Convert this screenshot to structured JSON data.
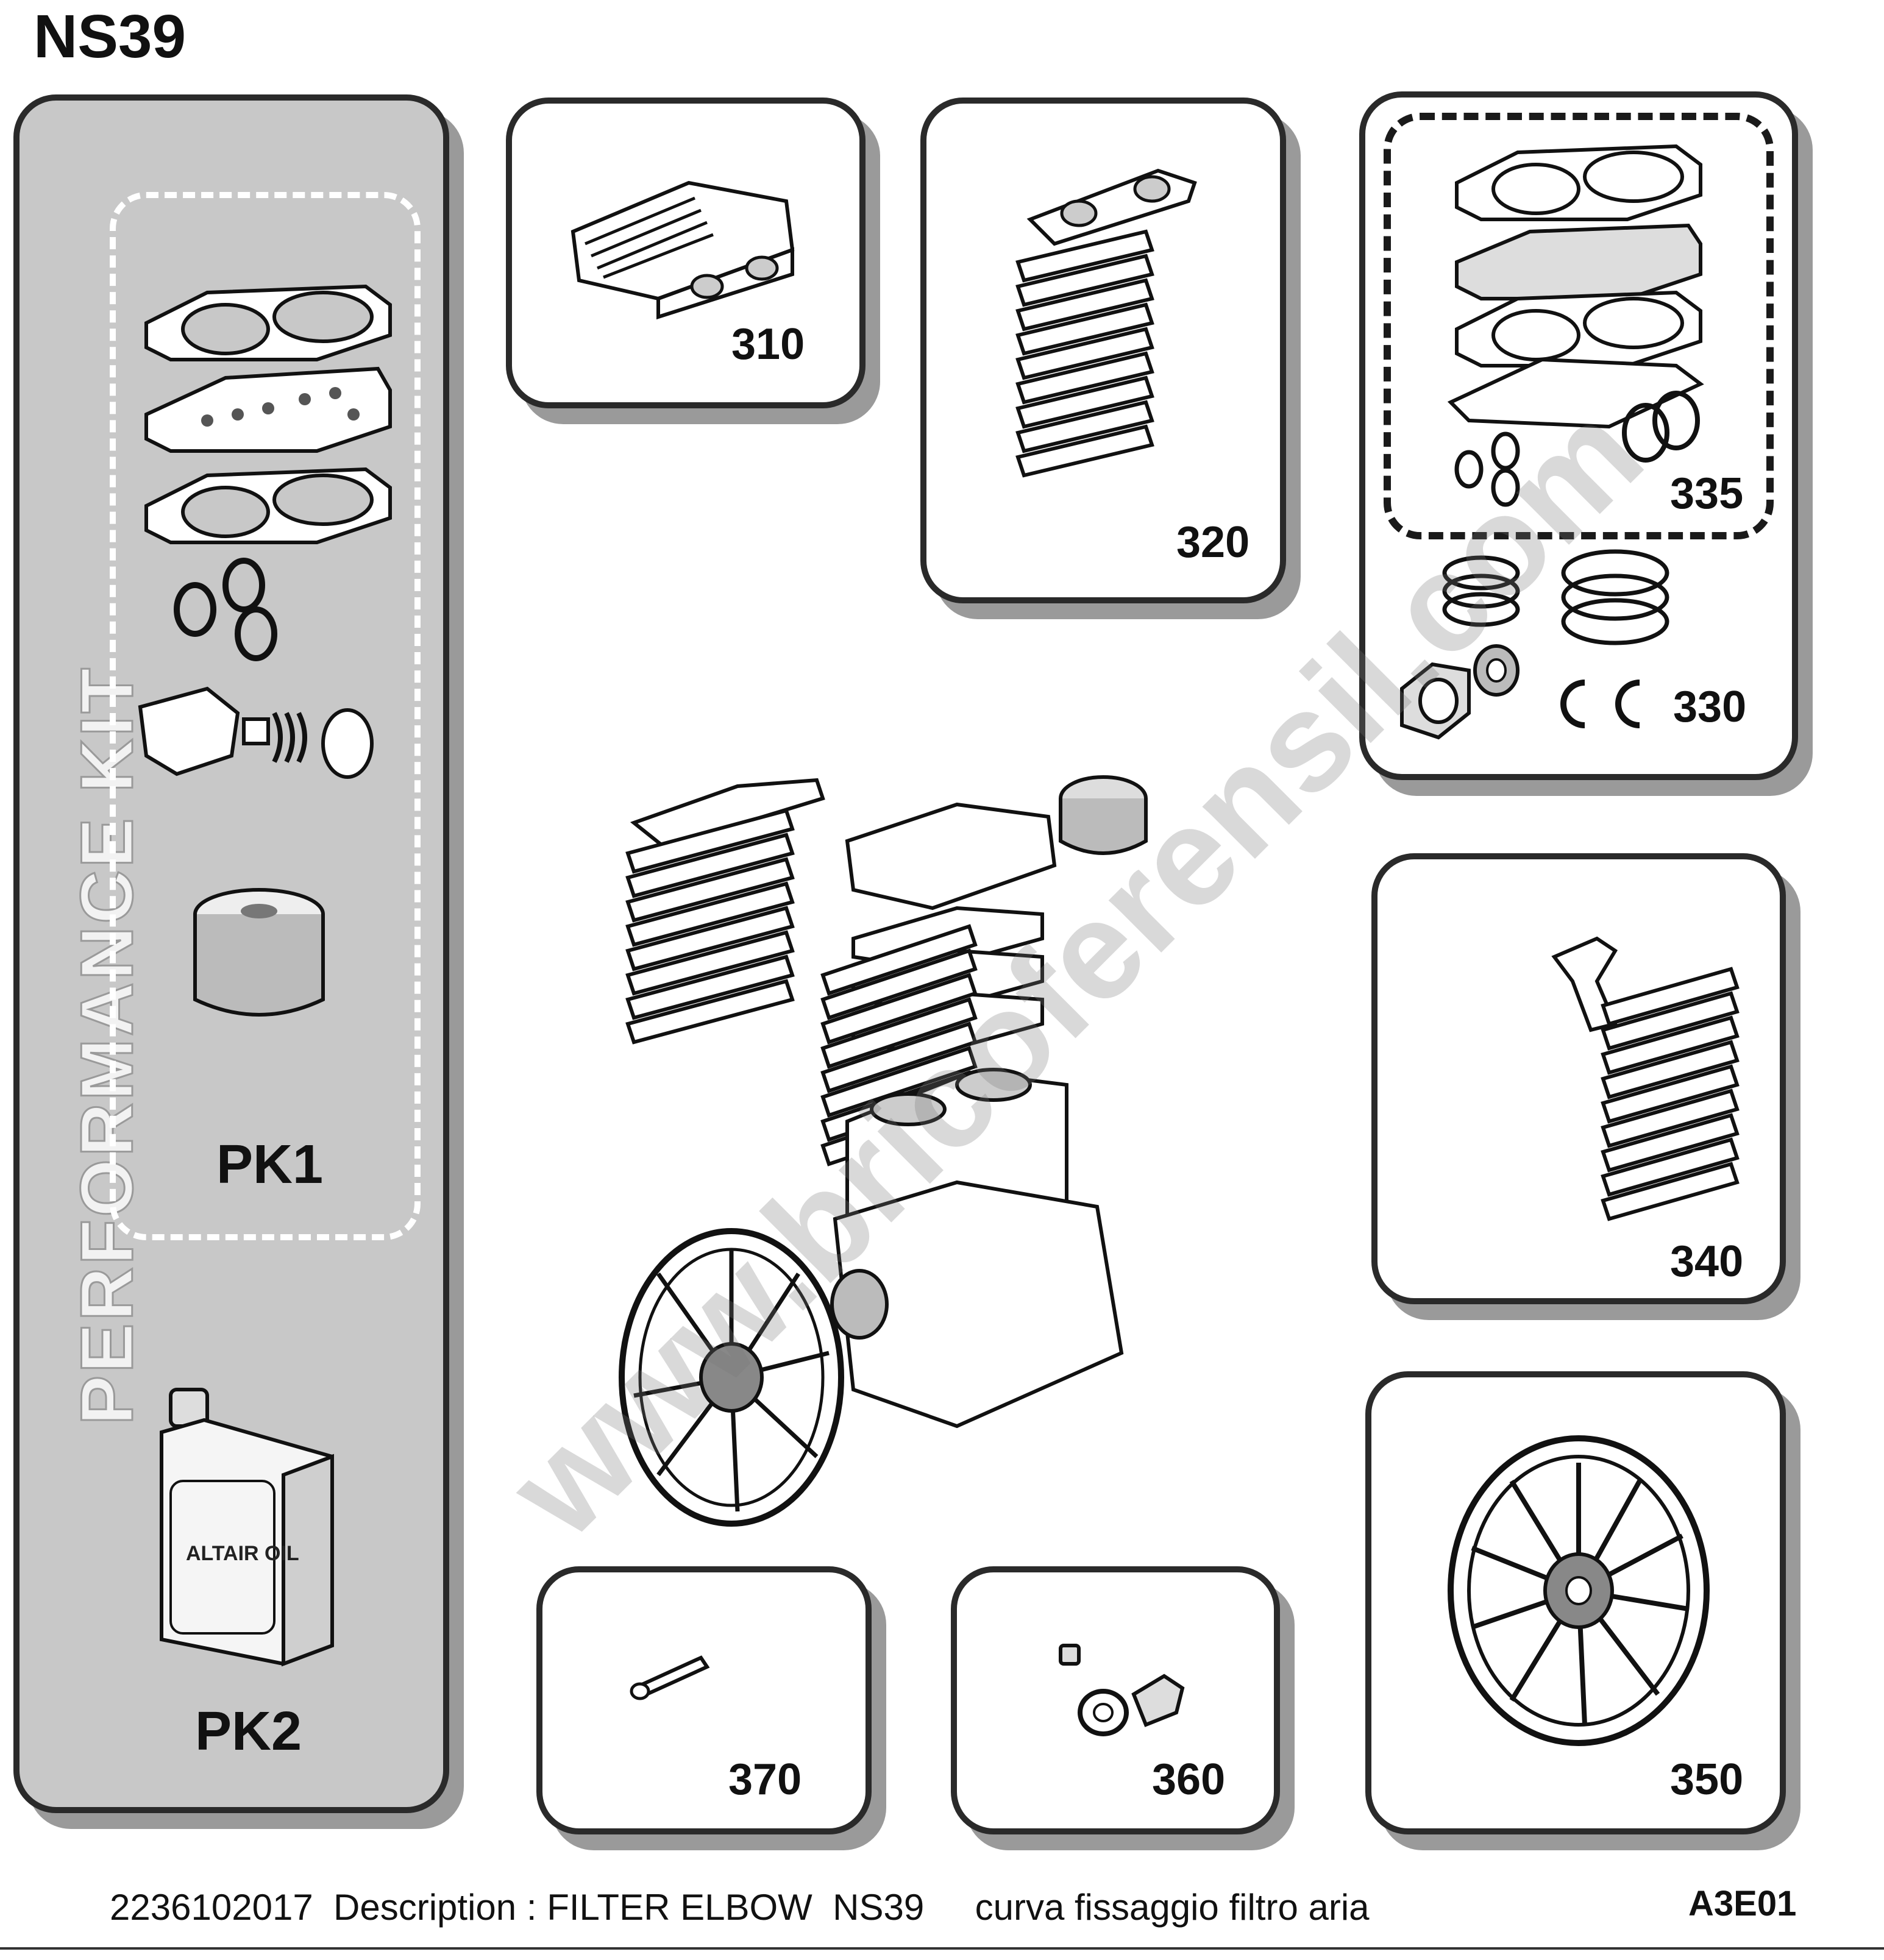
{
  "page_title": "NS39",
  "performance_kit": {
    "title": "PERFORMANCE KIT",
    "kit1_label": "PK1",
    "kit2_label": "PK2",
    "oil_can_text": "ALTAIR OIL"
  },
  "parts": [
    {
      "id": "310",
      "label": "310"
    },
    {
      "id": "320",
      "label": "320"
    },
    {
      "id": "335",
      "label": "335"
    },
    {
      "id": "330",
      "label": "330"
    },
    {
      "id": "340",
      "label": "340"
    },
    {
      "id": "350",
      "label": "350"
    },
    {
      "id": "360",
      "label": "360"
    },
    {
      "id": "370",
      "label": "370"
    }
  ],
  "watermark": "www.bricoferensil.com",
  "footer": {
    "part_number": "2236102017",
    "description_label": "Description :",
    "description_value": "FILTER ELBOW  NS39",
    "italian_description": "curva fissaggio filtro aria",
    "sheet_code": "A3E01"
  }
}
